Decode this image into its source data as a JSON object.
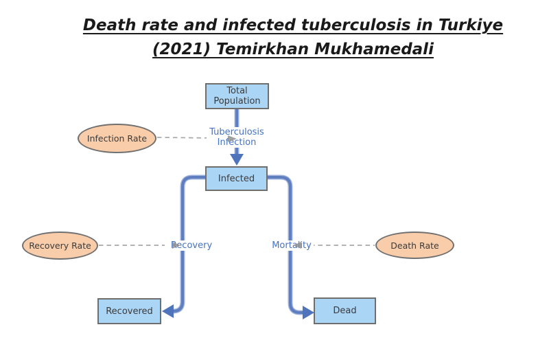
{
  "title": {
    "line1": "Death rate and infected tuberculosis in Turkiye",
    "line2": "(2021) Temirkhan Mukhamedali"
  },
  "nodes": {
    "total_population": "Total\nPopulation",
    "infected": "Infected",
    "recovered": "Recovered",
    "dead": "Dead",
    "infection_rate": "Infection Rate",
    "recovery_rate": "Recovery Rate",
    "death_rate": "Death Rate"
  },
  "flows": {
    "tuberculosis_infection": "Tuberculosis\nInfection",
    "recovery": "Recovery",
    "mortality": "Mortality"
  },
  "links": [
    {
      "from": "Total Population",
      "to": "Infected",
      "via": "Tuberculosis Infection",
      "type": "flow-pipe"
    },
    {
      "from": "Infected",
      "to": "Recovered",
      "via": "Recovery",
      "type": "flow-pipe"
    },
    {
      "from": "Infected",
      "to": "Dead",
      "via": "Mortality",
      "type": "flow-pipe"
    },
    {
      "from": "Infection Rate",
      "to": "Tuberculosis Infection",
      "type": "dashed-influence"
    },
    {
      "from": "Recovery Rate",
      "to": "Recovery",
      "type": "dashed-influence"
    },
    {
      "from": "Death Rate",
      "to": "Mortality",
      "type": "dashed-influence"
    }
  ],
  "colors": {
    "stock_fill": "#abd5f5",
    "stock_border": "#6e6e6e",
    "variable_fill": "#f9cdaa",
    "variable_border": "#707070",
    "pipe_blue": "#5f7ec0",
    "pipe_highlight": "#9fb3dc",
    "arrow_blue": "#5074bc",
    "flow_label_blue": "#4472c4",
    "influence_gray": "#a8a8a8",
    "influence_arrow_gray": "#8f8f8f",
    "title_color": "#1a1a1a",
    "background": "#ffffff"
  }
}
